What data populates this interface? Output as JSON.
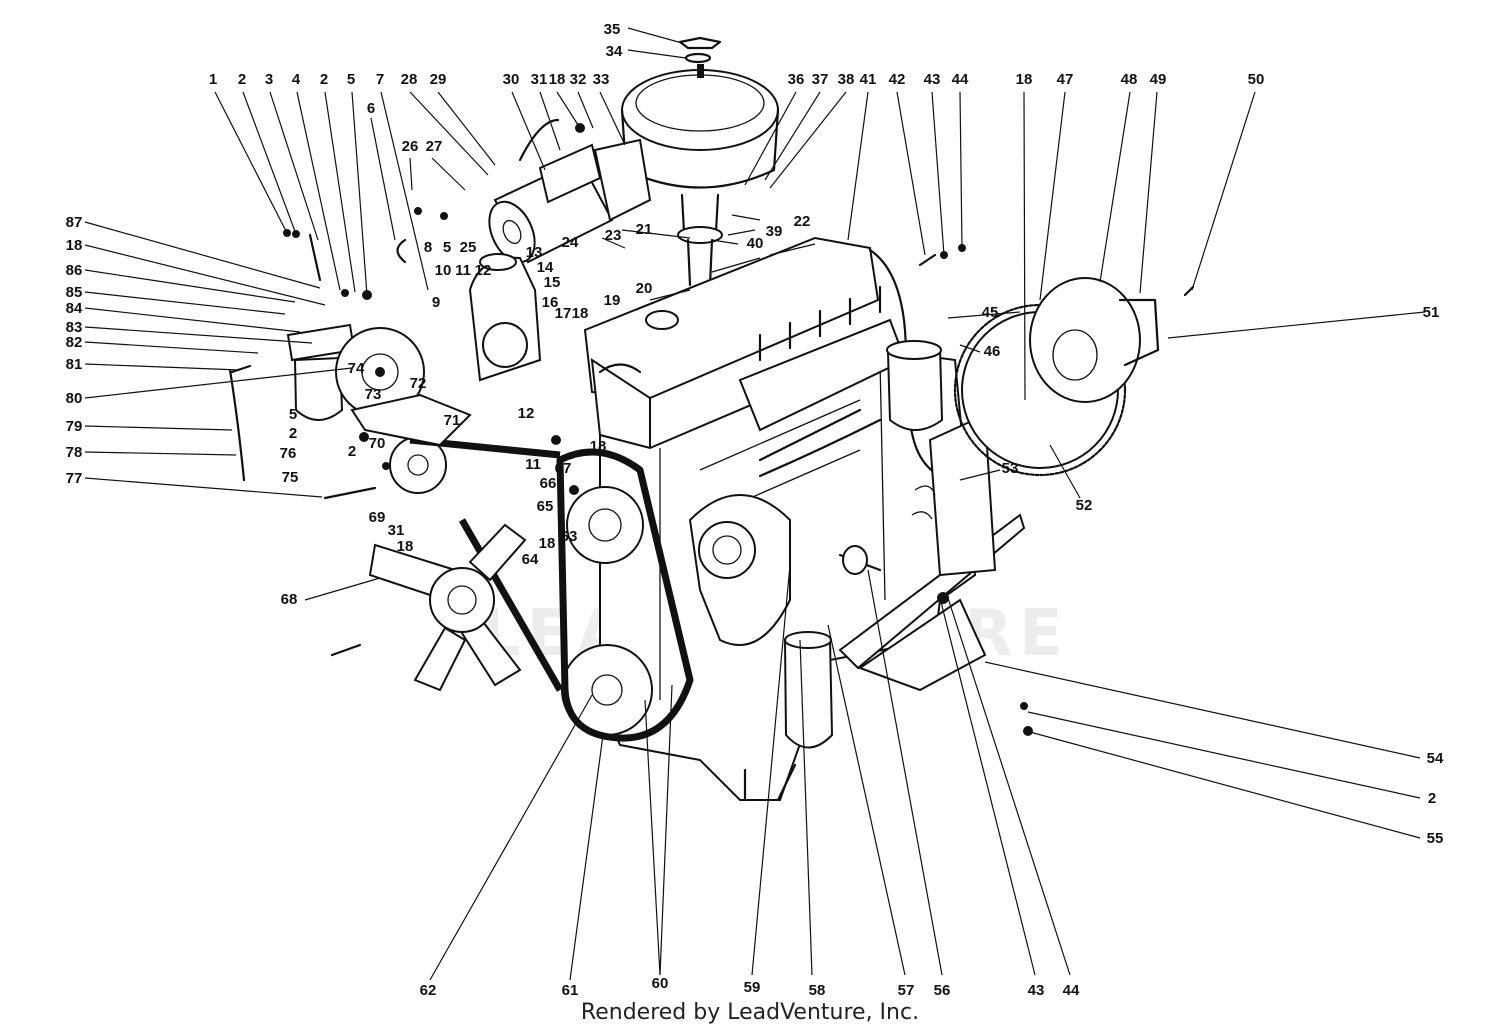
{
  "watermark": "LEADVENTURE",
  "credit": "Rendered by LeadVenture, Inc.",
  "callouts": [
    {
      "label": "1"
    },
    {
      "label": "2"
    },
    {
      "label": "3"
    },
    {
      "label": "4"
    },
    {
      "label": "2"
    },
    {
      "label": "5"
    },
    {
      "label": "7"
    },
    {
      "label": "6"
    },
    {
      "label": "28"
    },
    {
      "label": "29"
    },
    {
      "label": "30"
    },
    {
      "label": "31"
    },
    {
      "label": "18"
    },
    {
      "label": "32"
    },
    {
      "label": "33"
    },
    {
      "label": "35"
    },
    {
      "label": "34"
    },
    {
      "label": "36"
    },
    {
      "label": "37"
    },
    {
      "label": "38"
    },
    {
      "label": "41"
    },
    {
      "label": "42"
    },
    {
      "label": "43"
    },
    {
      "label": "44"
    },
    {
      "label": "18"
    },
    {
      "label": "47"
    },
    {
      "label": "48"
    },
    {
      "label": "49"
    },
    {
      "label": "50"
    },
    {
      "label": "26"
    },
    {
      "label": "27"
    },
    {
      "label": "8"
    },
    {
      "label": "5"
    },
    {
      "label": "25"
    },
    {
      "label": "24"
    },
    {
      "label": "22"
    },
    {
      "label": "21"
    },
    {
      "label": "39"
    },
    {
      "label": "40"
    },
    {
      "label": "23"
    },
    {
      "label": "20"
    },
    {
      "label": "19"
    },
    {
      "label": "15"
    },
    {
      "label": "14"
    },
    {
      "label": "13"
    },
    {
      "label": "12"
    },
    {
      "label": "11"
    },
    {
      "label": "10"
    },
    {
      "label": "9"
    },
    {
      "label": "16"
    },
    {
      "label": "17"
    },
    {
      "label": "18"
    },
    {
      "label": "87"
    },
    {
      "label": "18"
    },
    {
      "label": "86"
    },
    {
      "label": "85"
    },
    {
      "label": "84"
    },
    {
      "label": "83"
    },
    {
      "label": "82"
    },
    {
      "label": "81"
    },
    {
      "label": "80"
    },
    {
      "label": "79"
    },
    {
      "label": "78"
    },
    {
      "label": "77"
    },
    {
      "label": "74"
    },
    {
      "label": "73"
    },
    {
      "label": "72"
    },
    {
      "label": "71"
    },
    {
      "label": "5"
    },
    {
      "label": "2"
    },
    {
      "label": "70"
    },
    {
      "label": "76"
    },
    {
      "label": "2"
    },
    {
      "label": "75"
    },
    {
      "label": "12"
    },
    {
      "label": "11"
    },
    {
      "label": "18"
    },
    {
      "label": "67"
    },
    {
      "label": "66"
    },
    {
      "label": "65"
    },
    {
      "label": "69"
    },
    {
      "label": "31"
    },
    {
      "label": "18"
    },
    {
      "label": "64"
    },
    {
      "label": "18"
    },
    {
      "label": "63"
    },
    {
      "label": "68"
    },
    {
      "label": "45"
    },
    {
      "label": "46"
    },
    {
      "label": "51"
    },
    {
      "label": "53"
    },
    {
      "label": "52"
    },
    {
      "label": "54"
    },
    {
      "label": "2"
    },
    {
      "label": "55"
    },
    {
      "label": "62"
    },
    {
      "label": "61"
    },
    {
      "label": "60"
    },
    {
      "label": "59"
    },
    {
      "label": "58"
    },
    {
      "label": "57"
    },
    {
      "label": "56"
    },
    {
      "label": "43"
    },
    {
      "label": "44"
    }
  ]
}
